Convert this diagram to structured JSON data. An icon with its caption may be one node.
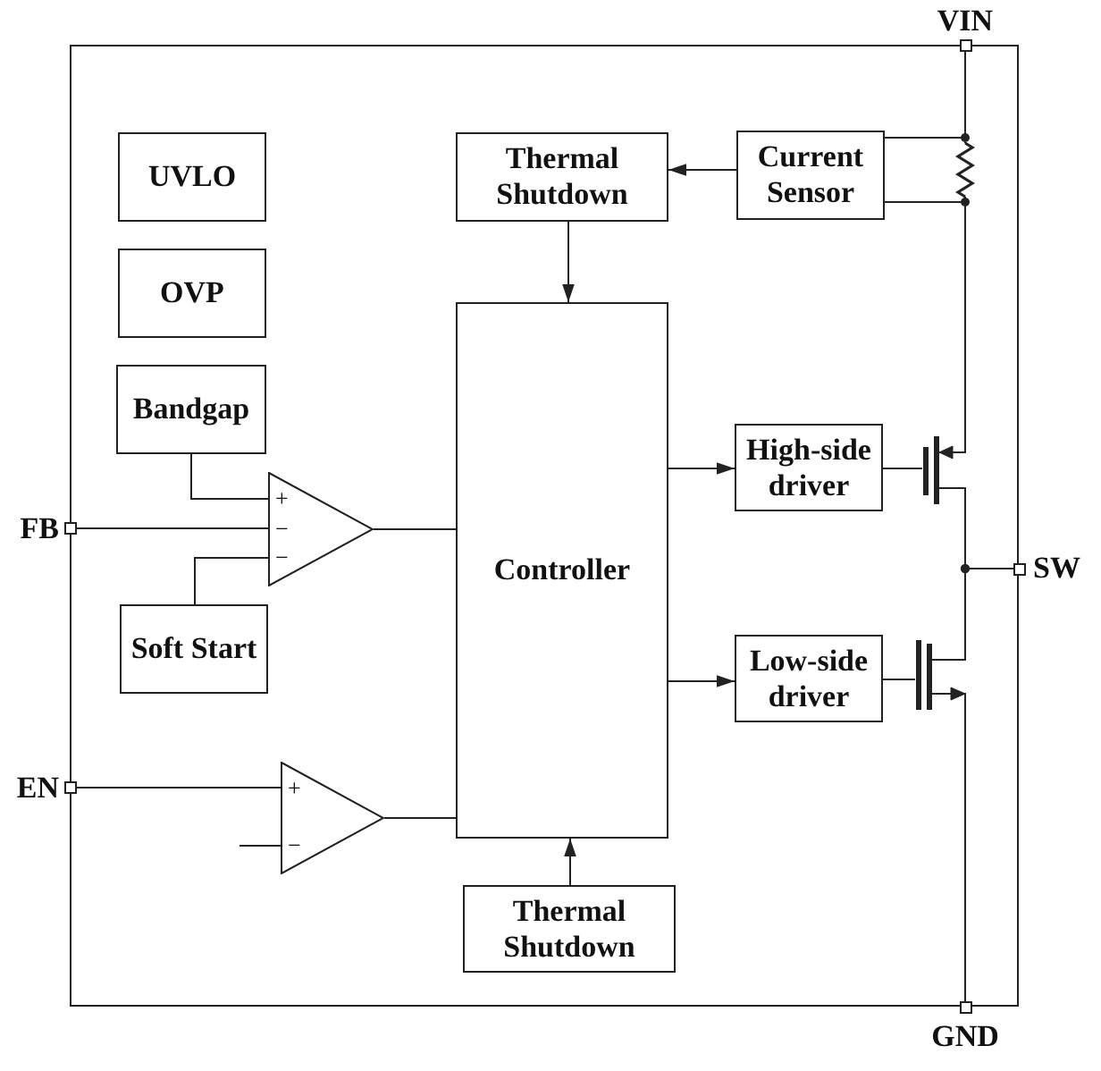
{
  "diagram": {
    "nodes": [
      {
        "text": [],
        "shape": "box"
      },
      {
        "text": [
          "VIN"
        ]
      },
      {
        "text": [
          "UVLO"
        ],
        "in": 0
      },
      {
        "text": [
          "Thermal Shutdown"
        ],
        "in": 0
      },
      {
        "text": [
          "Current Sensor"
        ],
        "in": 0
      },
      {
        "text": [],
        "shape": "resistor",
        "in": 0
      },
      {
        "text": [
          "OVP"
        ],
        "in": 0
      },
      {
        "text": [
          "Bandgap"
        ],
        "in": 0
      },
      {
        "text": [
          "Controller"
        ],
        "in": 0
      },
      {
        "text": [
          "High-side driver"
        ],
        "in": 0
      },
      {
        "text": [],
        "shape": "transistor",
        "in": 0
      },
      {
        "text": [
          "+",
          "−",
          "−"
        ],
        "in": 0
      },
      {
        "text": [
          "FB"
        ]
      },
      {
        "text": [
          "SW"
        ]
      },
      {
        "text": [
          "Soft Start"
        ],
        "in": 0
      },
      {
        "text": [
          "Low-side driver"
        ],
        "in": 0
      },
      {
        "text": [],
        "shape": "transistor",
        "in": 0
      },
      {
        "text": [
          "EN"
        ]
      },
      {
        "text": [
          "+",
          "−"
        ],
        "in": 0
      },
      {
        "text": [
          "Thermal Shutdown"
        ],
        "in": 0
      },
      {
        "text": [
          "GND"
        ]
      }
    ],
    "edges": [
      {
        "from": 1,
        "to": 5,
        "arrow": "none"
      },
      {
        "from": 4,
        "to": 5,
        "arrow": "none"
      },
      {
        "from": 4,
        "to": 5,
        "arrow": "none"
      },
      {
        "from": 4,
        "to": 3,
        "arrow": "to"
      },
      {
        "from": 3,
        "to": 8,
        "arrow": "to"
      },
      {
        "from": 7,
        "to": 11,
        "arrow": "none"
      },
      {
        "from": 12,
        "to": 11,
        "arrow": "none"
      },
      {
        "from": 14,
        "to": 11,
        "arrow": "none"
      },
      {
        "from": 11,
        "to": 8,
        "arrow": "none"
      },
      {
        "from": 8,
        "to": 9,
        "arrow": "to"
      },
      {
        "from": 8,
        "to": 15,
        "arrow": "to"
      },
      {
        "from": 9,
        "to": 10,
        "arrow": "none"
      },
      {
        "from": 15,
        "to": 16,
        "arrow": "none"
      },
      {
        "from": 5,
        "to": 10,
        "arrow": "none"
      },
      {
        "from": 10,
        "to": 13,
        "arrow": "none"
      },
      {
        "from": 16,
        "to": 13,
        "arrow": "none"
      },
      {
        "from": 16,
        "to": 20,
        "arrow": "none"
      },
      {
        "from": 17,
        "to": 18,
        "arrow": "none"
      },
      {
        "from": null,
        "to": 18,
        "arrow": "none"
      },
      {
        "from": 18,
        "to": 8,
        "arrow": "none"
      },
      {
        "from": 19,
        "to": 8,
        "arrow": "to"
      }
    ]
  }
}
